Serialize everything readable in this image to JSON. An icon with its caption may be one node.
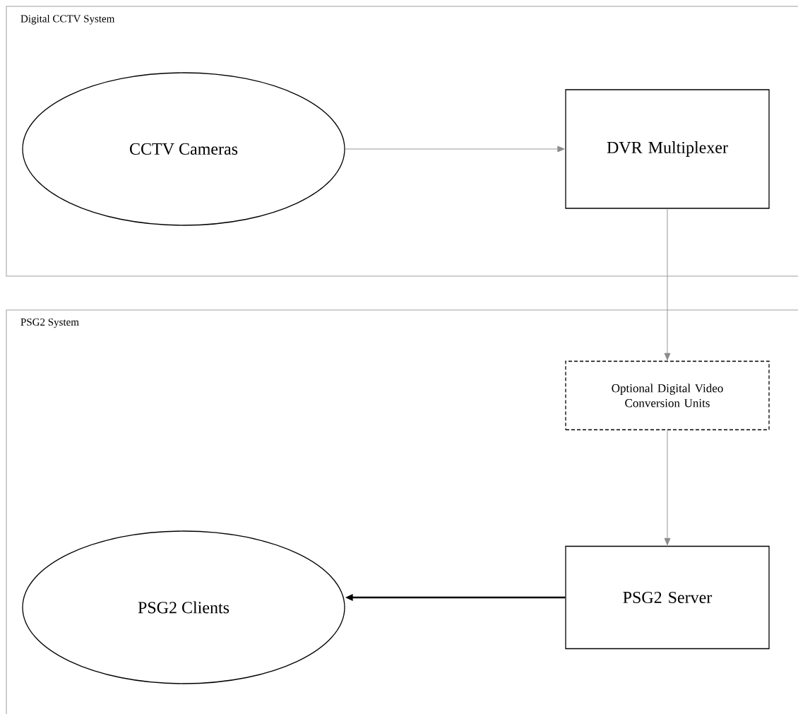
{
  "diagram": {
    "nodes": [
      {
        "text": [
          "Digital CCTV System"
        ]
      },
      {
        "text": [
          "CCTV Cameras"
        ],
        "in": 0
      },
      {
        "text": [
          "DVR Multiplexer"
        ],
        "in": 0
      },
      {
        "text": [
          "PSG2 System"
        ]
      },
      {
        "text": [
          "Optional Digital Video Conversion Units"
        ],
        "in": 3
      },
      {
        "text": [
          "PSG2 Server"
        ],
        "in": 3
      },
      {
        "text": [
          "PSG2 Clients"
        ],
        "in": 3
      }
    ],
    "edges": [
      {
        "from": 1,
        "to": 2,
        "arrow": "to"
      },
      {
        "from": 2,
        "to": 4,
        "arrow": "to"
      },
      {
        "from": 4,
        "to": 5,
        "arrow": "to"
      },
      {
        "from": 5,
        "to": 6,
        "arrow": "to",
        "style": "thick",
        "color": "#000000"
      }
    ]
  }
}
